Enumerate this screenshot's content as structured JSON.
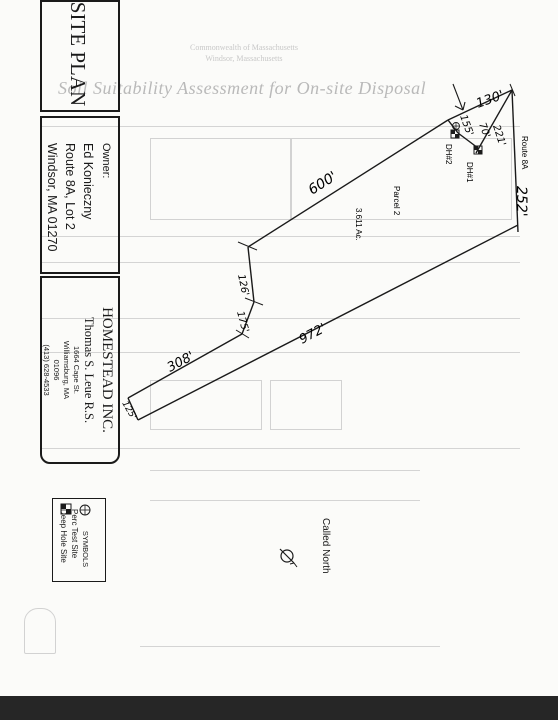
{
  "document": {
    "title": "SITE PLAN",
    "owner": {
      "heading": "Owner:",
      "name": "Ed Konieczny",
      "address_line1": "Route 8A, Lot 2",
      "address_line2": "Windsor, MA 01270"
    },
    "surveyor": {
      "company": "HOMESTEAD INC.",
      "name": "Thomas S. Leue R.S.",
      "street": "1664 Cape St.",
      "city": "Williamsburg, MA",
      "zip": "01096",
      "phone": "(413) 628-4533"
    },
    "legend": {
      "heading": "SYMBOLS",
      "perc_test": "Perc Test Site",
      "deep_hole": "Deep Hole Site"
    },
    "north_label": "Called North",
    "parcel": {
      "name": "Parcel 2",
      "area": "3.611 Ac."
    },
    "road": {
      "name": "Route 8A",
      "frontage": "252'"
    },
    "boundary_lengths": {
      "north_long": "600'",
      "south_long": "972'",
      "west_a": "308'",
      "west_b": "175'",
      "west_c": "126'",
      "west_end": "125'",
      "top": "130'",
      "east_short": "221'"
    },
    "test_sites": {
      "dh1": "DH#1",
      "dh2": "DH#2",
      "dim_a": "155'",
      "dim_b": "70'"
    },
    "background_form": {
      "title": "Soil Suitability Assessment for On-site Disposal"
    }
  }
}
